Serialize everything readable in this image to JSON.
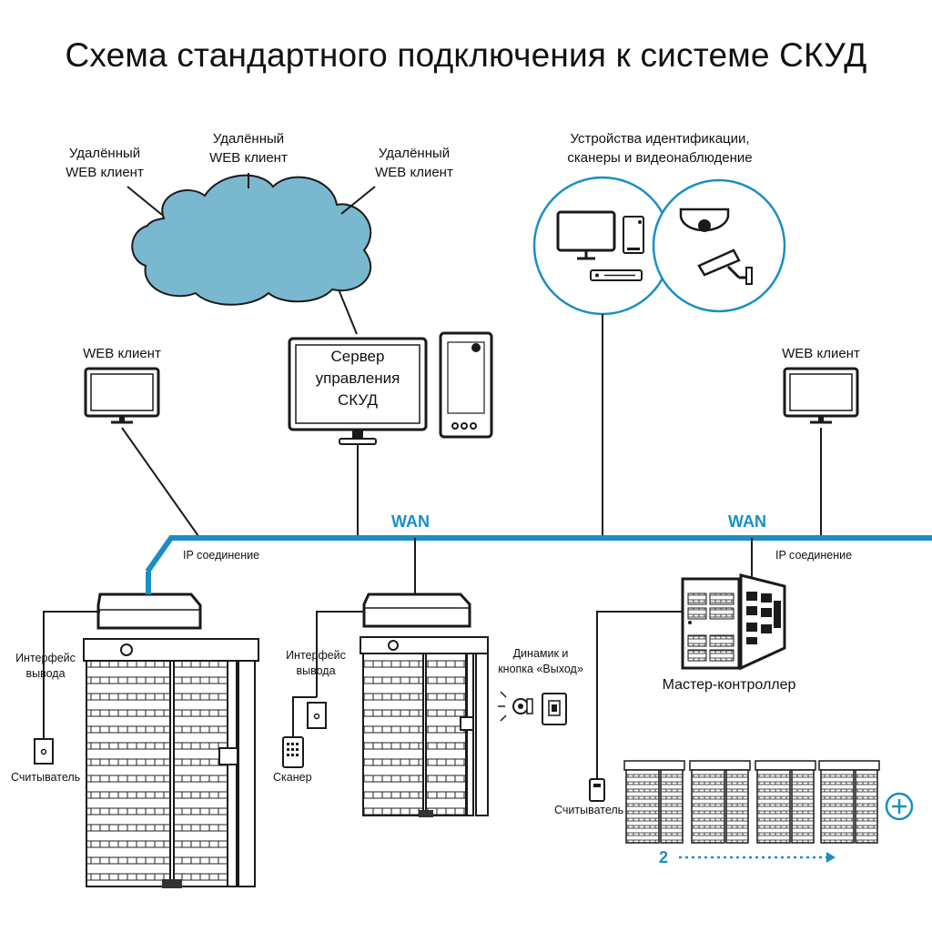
{
  "title": "Схема стандартного подключения к системе СКУД",
  "cloud_clients": [
    {
      "line1": "Удалённый",
      "line2": "WEB клиент"
    },
    {
      "line1": "Удалённый",
      "line2": "WEB клиент"
    },
    {
      "line1": "Удалённый",
      "line2": "WEB клиент"
    }
  ],
  "devices_label": {
    "line1": "Устройства идентификации,",
    "line2": "сканеры и видеонаблюдение"
  },
  "web_client_left": "WEB клиент",
  "web_client_right": "WEB клиент",
  "server": {
    "line1": "Сервер",
    "line2": "управления",
    "line3": "СКУД"
  },
  "wan_left": "WAN",
  "wan_right": "WAN",
  "ip_left": "IP соединение",
  "ip_right": "IP соединение",
  "output_interface_1": {
    "line1": "Интерфейс",
    "line2": "вывода"
  },
  "output_interface_2": {
    "line1": "Интерфейс",
    "line2": "вывода"
  },
  "reader_left": "Считыватель",
  "scanner": "Сканер",
  "speaker": {
    "line1": "Динамик и",
    "line2": "кнопка «Выход»"
  },
  "master_controller": "Мастер-контроллер",
  "reader_right": "Считыватель",
  "count_label": "2",
  "colors": {
    "accent": "#1a8fc4",
    "cloud": "#7ab8cf",
    "line": "#1a1a1a"
  }
}
